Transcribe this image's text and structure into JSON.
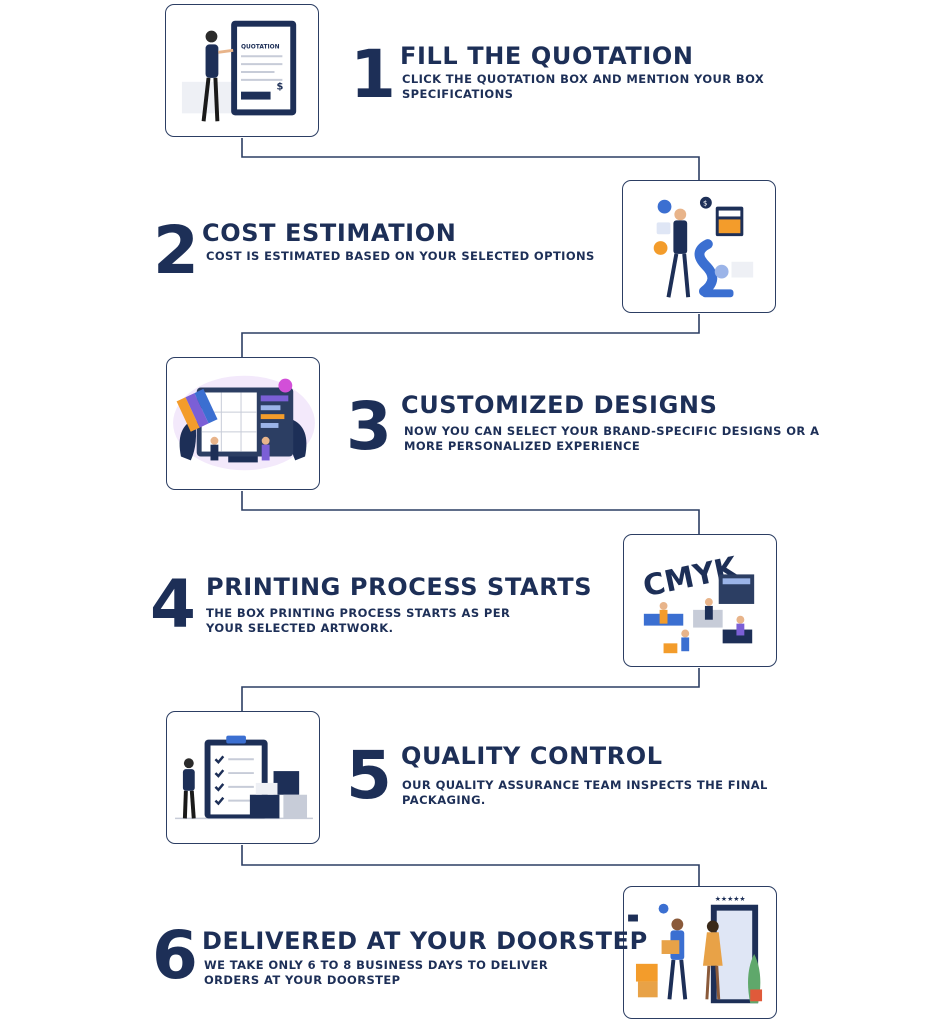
{
  "steps": [
    {
      "number": "1",
      "title": "FILL THE QUOTATION",
      "description": "CLICK THE QUOTATION BOX AND MENTION YOUR BOX SPECIFICATIONS",
      "illustration_label": "QUOTATION",
      "icon": "quotation-illustration-icon"
    },
    {
      "number": "2",
      "title": "COST ESTIMATION",
      "description": "COST IS ESTIMATED BASED ON YOUR SELECTED OPTIONS",
      "icon": "cost-estimation-illustration-icon"
    },
    {
      "number": "3",
      "title": "CUSTOMIZED DESIGNS",
      "description": "NOW YOU CAN SELECT YOUR BRAND-SPECIFIC DESIGNS OR A MORE PERSONALIZED EXPERIENCE",
      "icon": "design-illustration-icon"
    },
    {
      "number": "4",
      "title": "PRINTING PROCESS STARTS",
      "description": "THE BOX PRINTING PROCESS STARTS AS PER YOUR SELECTED ARTWORK.",
      "illustration_label": "CMYK",
      "icon": "printing-illustration-icon"
    },
    {
      "number": "5",
      "title": "QUALITY CONTROL",
      "description": "OUR QUALITY ASSURANCE TEAM INSPECTS THE FINAL PACKAGING.",
      "icon": "quality-checklist-illustration-icon"
    },
    {
      "number": "6",
      "title": "DELIVERED AT YOUR DOORSTEP",
      "description": "WE TAKE ONLY 6 TO 8 BUSINESS DAYS TO DELIVER ORDERS AT YOUR DOORSTEP",
      "illustration_label": "★★★★★",
      "icon": "delivery-illustration-icon"
    }
  ],
  "colors": {
    "navy": "#1d2f57",
    "line": "#2c3e63",
    "accent_orange": "#f39c2b",
    "accent_purple": "#7b5fd6",
    "accent_blue": "#3b6fd1"
  }
}
